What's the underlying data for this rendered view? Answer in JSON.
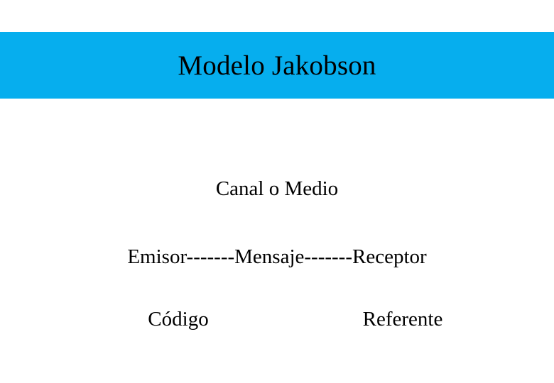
{
  "slide": {
    "title": "Modelo Jakobson",
    "title_banner_color": "#06aeee",
    "background_color": "#ffffff",
    "text_color": "#000000"
  },
  "diagram": {
    "channel_label": "Canal o Medio",
    "flow": {
      "sender": "Emisor",
      "connector_left": "-------",
      "message": "Mensaje",
      "connector_right": "-------",
      "receiver": "Receptor",
      "full_line": "Emisor-------Mensaje-------Receptor"
    },
    "bottom_row": {
      "code_label": "Código",
      "referent_label": "Referente"
    }
  }
}
